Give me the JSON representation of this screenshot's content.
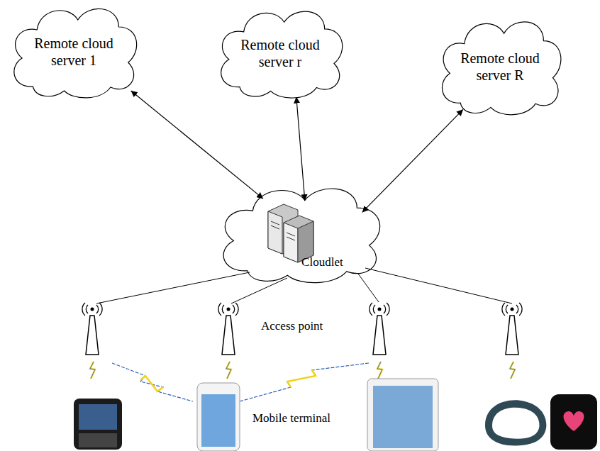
{
  "diagram": {
    "nodes": [
      {
        "text": [
          "Remote cloud server 1"
        ]
      },
      {
        "text": [
          "Remote cloud server r"
        ]
      },
      {
        "text": [
          "Remote cloud server R"
        ]
      },
      {
        "text": [
          "Cloudlet"
        ]
      }
    ],
    "edges": [
      {
        "from": 0,
        "to": 3,
        "arrow": "both"
      },
      {
        "from": 1,
        "to": 3,
        "arrow": "both"
      },
      {
        "from": 2,
        "to": 3,
        "arrow": "both"
      }
    ],
    "labels": [
      "Access point",
      "Mobile terminal"
    ]
  }
}
